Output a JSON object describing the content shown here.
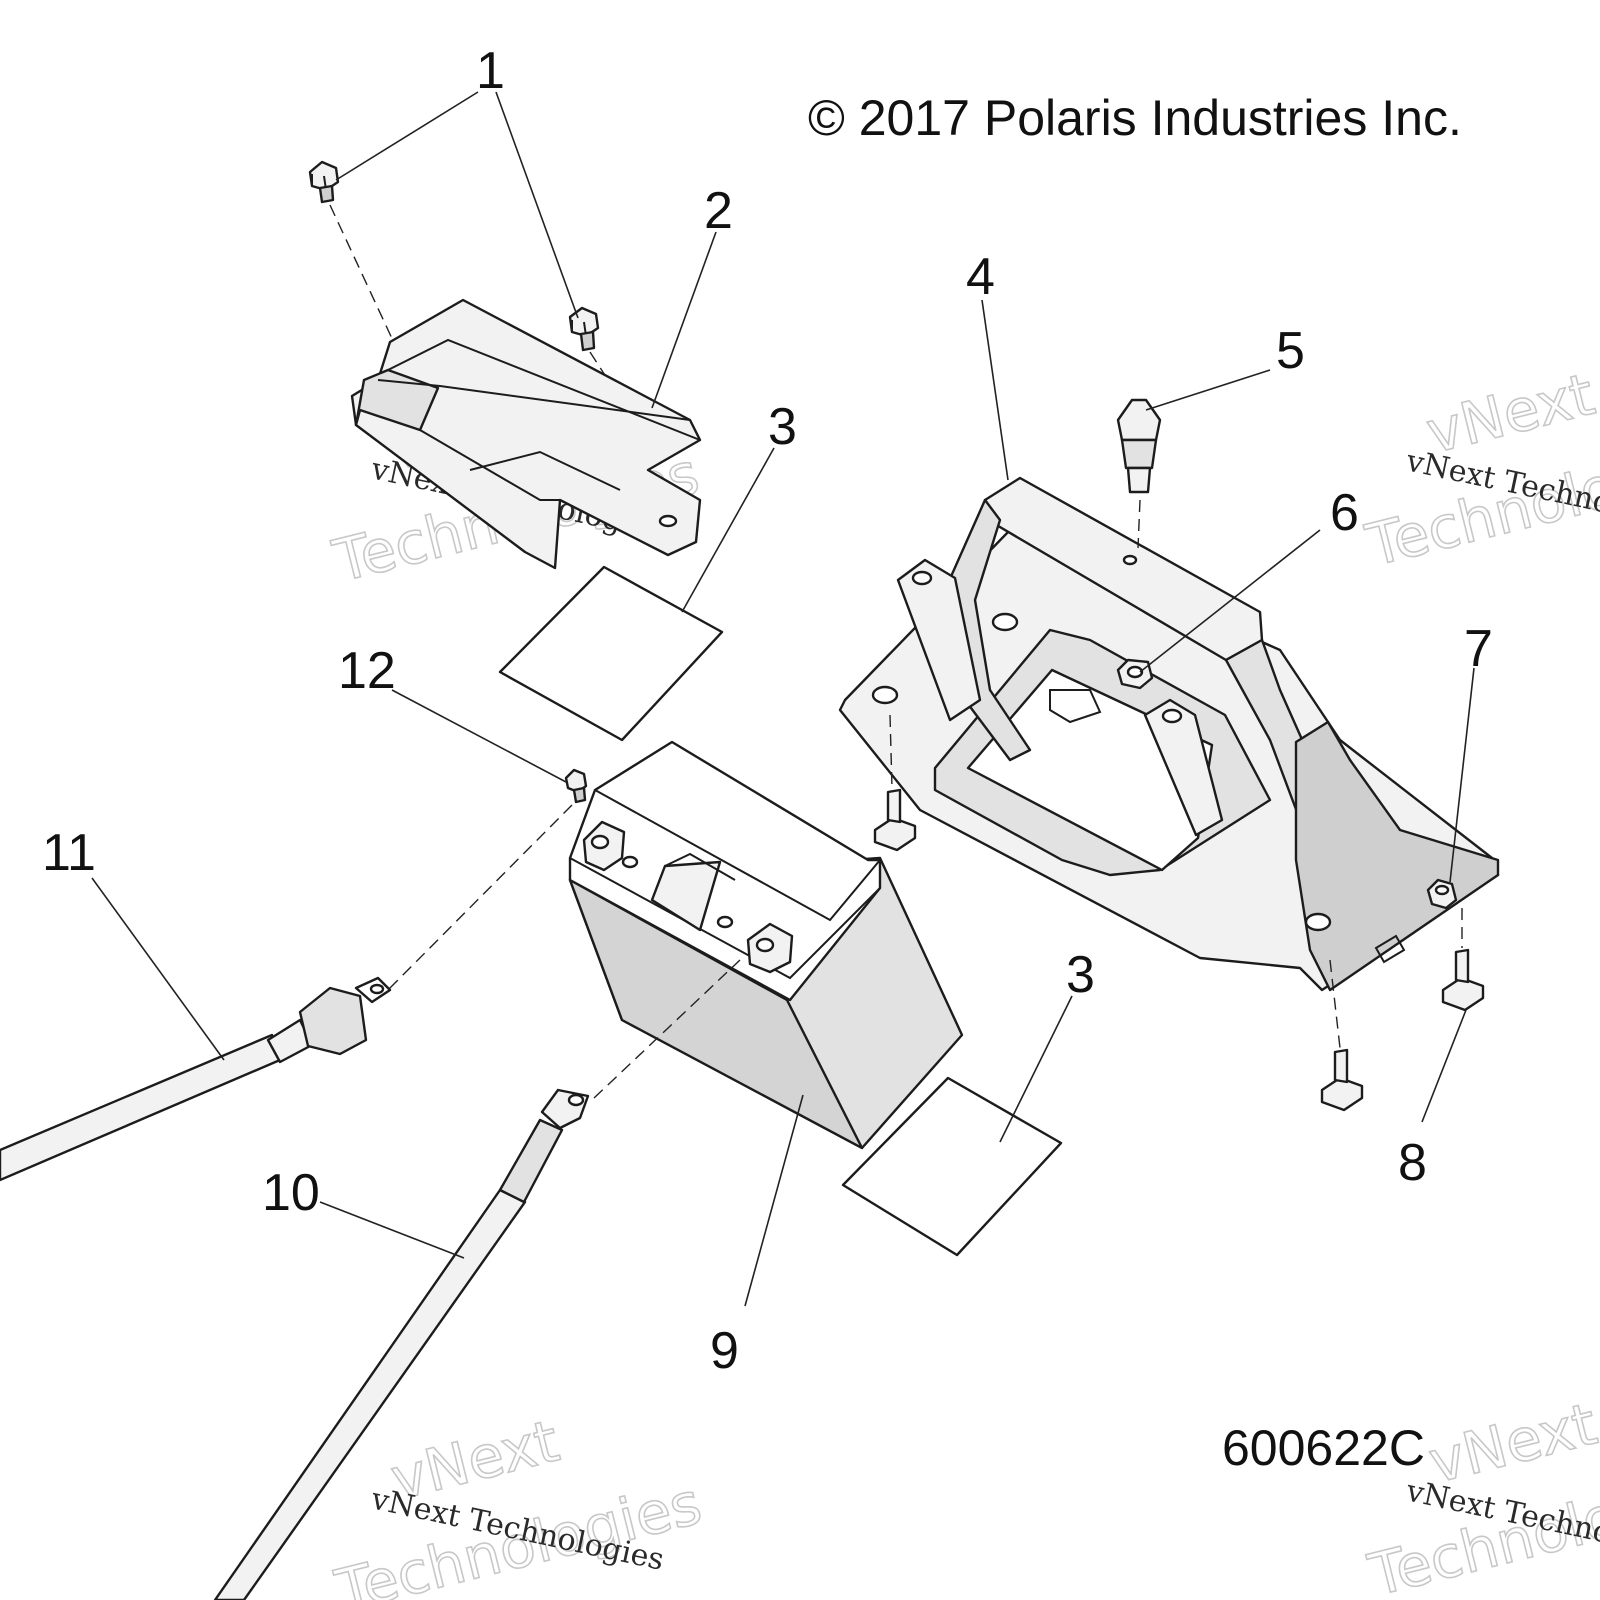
{
  "copyright": "© 2017 Polaris Industries Inc.",
  "figure_code": "600622C",
  "watermark": {
    "line1": "vNext",
    "line2": "Technologies",
    "small": "vNext Technologies",
    "small_cut": "vNext Techno"
  },
  "callouts": {
    "c1": "1",
    "c2": "2",
    "c3a": "3",
    "c3b": "3",
    "c4": "4",
    "c5": "5",
    "c6": "6",
    "c7": "7",
    "c8": "8",
    "c9": "9",
    "c10": "10",
    "c11": "11",
    "c12": "12"
  }
}
